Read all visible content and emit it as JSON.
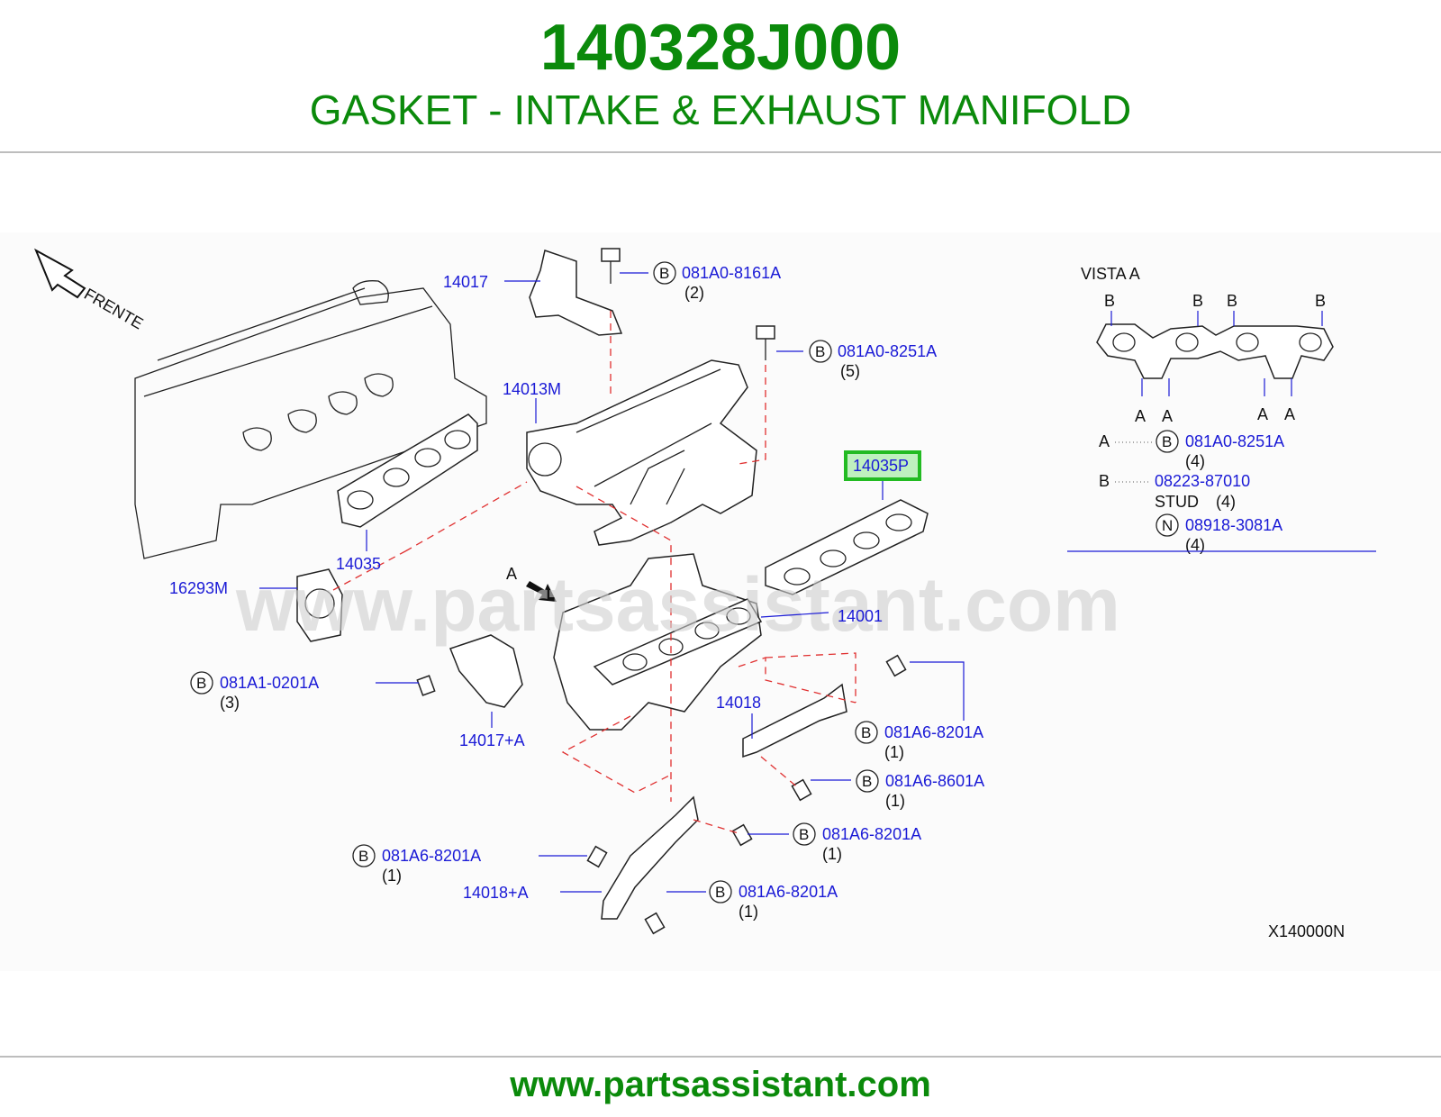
{
  "header": {
    "part_number": "140328J000",
    "description": "GASKET - INTAKE & EXHAUST MANIFOLD"
  },
  "footer": {
    "url": "www.partsassistant.com"
  },
  "watermark": "www.partsassistant.com",
  "diagram": {
    "front_label": "FRENTE",
    "view_arrow_label": "A",
    "drawing_code": "X140000N",
    "highlight_color": "#22bb22",
    "labels": {
      "p14017": "14017",
      "p14013m": "14013M",
      "p14035": "14035",
      "p16293m": "16293M",
      "p14035p": "14035P",
      "p14001": "14001",
      "p14017a": "14017+A",
      "p14018": "14018",
      "p14018a": "14018+A"
    },
    "callouts": [
      {
        "sym": "B",
        "part": "081A0-8161A",
        "qty": "(2)"
      },
      {
        "sym": "B",
        "part": "081A0-8251A",
        "qty": "(5)"
      },
      {
        "sym": "B",
        "part": "081A1-0201A",
        "qty": "(3)"
      },
      {
        "sym": "B",
        "part": "081A6-8201A",
        "qty": "(1)"
      },
      {
        "sym": "B",
        "part": "081A6-8601A",
        "qty": "(1)"
      },
      {
        "sym": "B",
        "part": "081A6-8201A",
        "qty": "(1)"
      },
      {
        "sym": "B",
        "part": "081A6-8201A",
        "qty": "(1)"
      },
      {
        "sym": "B",
        "part": "081A6-8201A",
        "qty": "(1)"
      }
    ]
  },
  "vista": {
    "title": "VISTA   A",
    "top_letters": [
      "B",
      "B",
      "B",
      "B"
    ],
    "bottom_letters": [
      "A",
      "A",
      "A",
      "A"
    ],
    "legend": [
      {
        "key": "A",
        "sym": "B",
        "part": "081A0-8251A",
        "note": "",
        "qty": "(4)"
      },
      {
        "key": "B",
        "sym": "",
        "part": "08223-87010",
        "note": "STUD",
        "qty": "(4)"
      },
      {
        "key": "",
        "sym": "N",
        "part": "08918-3081A",
        "note": "",
        "qty": "(4)"
      }
    ]
  }
}
